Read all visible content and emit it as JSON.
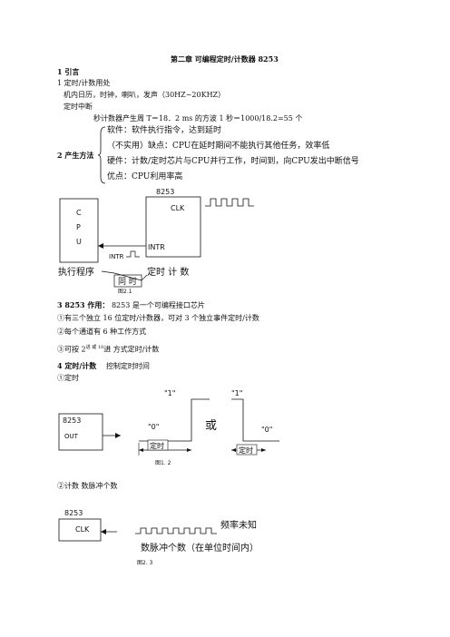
{
  "title": "第二章  可编程定时/计数器 8253",
  "s1": {
    "heading": "1 引言",
    "line1": "1 定时/计数用处",
    "line2": "机内日历，时钟，喇叭，发声（30HZ~20KHZ）",
    "line3": "定时中断",
    "line4": "秒计数器产生周 T＝18．2 ms 的方波      1 秒＝1000/18.2=55 个"
  },
  "s2": {
    "heading": "2 产生方法",
    "items": [
      "软件：软件执行指令，达到延时",
      "（不实用）缺点：CPU在延时期间不能执行其他任务，效率低",
      "硬件：计数/定时芯片与CPU并行工作，时间到，向CPU发出中断信号",
      "优点：CPU利用率高"
    ]
  },
  "fig1": {
    "chip": "8253",
    "clk": "CLK",
    "intr": "INTR",
    "cpu": [
      "C",
      "P",
      "U"
    ],
    "intr_arrow": "INTR",
    "exec": "执行程序",
    "same": "同 时",
    "timing": "定时 计 数",
    "caption": "图2.1"
  },
  "s3": {
    "heading": "3    8253 作用：",
    "heading_tail": "8253 是一个可编程接口芯片",
    "items": [
      "①有三个独立 16 位定时/计数器，可对 3 个独立事件定时/计数",
      "②每个通道有 6 种工作方式",
      "③可按 2",
      "进 或 10",
      "进 方式定时/计数"
    ]
  },
  "s4": {
    "heading": "4    定时/计数",
    "heading_tail": "控制定时时间",
    "timer_label": "①定时",
    "fig2": {
      "chip": "8253",
      "out": "OUT",
      "one_a": "\"1\"",
      "one_b": "\"1\"",
      "zero_a": "\"0\"",
      "zero_b": "\"0\"",
      "or": "或",
      "timer_a": "定时",
      "timer_b": "定时",
      "caption": "图1. 2"
    },
    "count_label": "②计数       数脉冲个数",
    "fig3": {
      "chip": "8253",
      "clk": "CLK",
      "freq": "频率未知",
      "pulses": "数脉冲个数（在单位时间内）",
      "caption": "图2. 3"
    }
  }
}
